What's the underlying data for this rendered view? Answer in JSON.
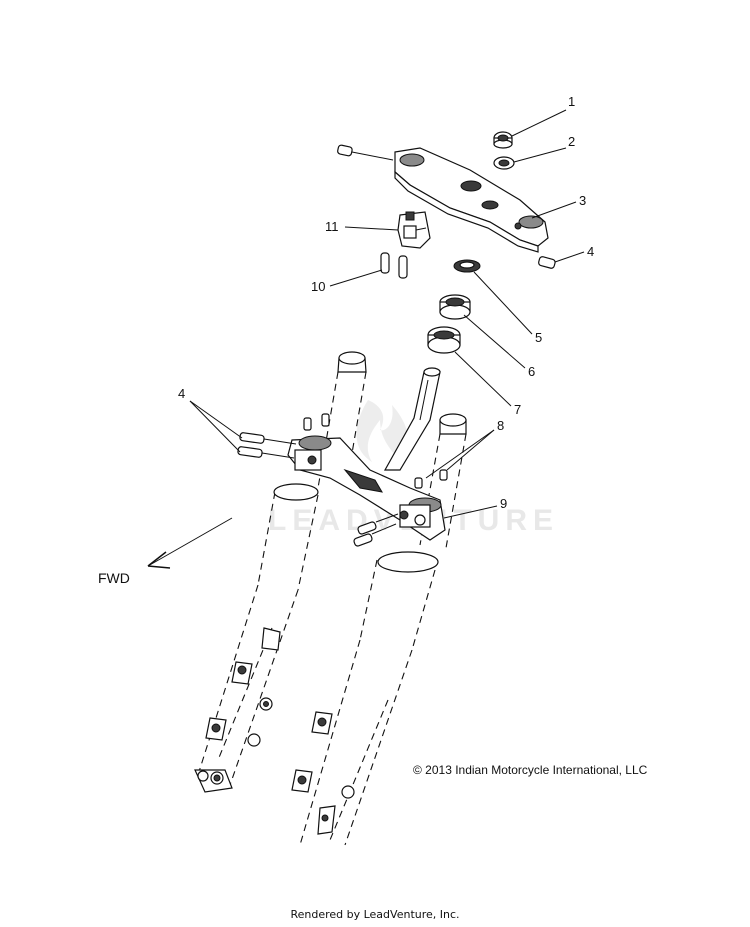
{
  "diagram": {
    "callouts": [
      "1",
      "2",
      "3",
      "4",
      "11",
      "10",
      "5",
      "6",
      "7",
      "4",
      "8",
      "9"
    ],
    "direction_label": "FWD",
    "watermark": "LEADVENTURE"
  },
  "footer": {
    "copyright": "© 2013 Indian Motorcycle International, LLC",
    "rendered_by": "Rendered by LeadVenture, Inc."
  }
}
